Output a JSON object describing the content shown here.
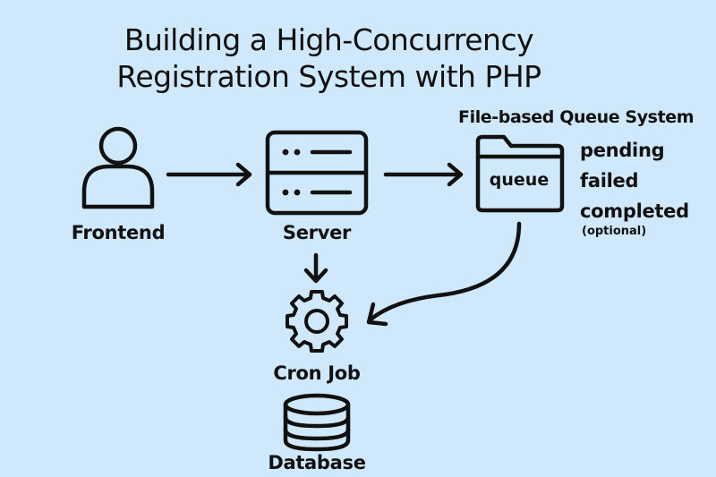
{
  "title": {
    "line1": "Building a High-Concurrency",
    "line2": "Registration System with PHP"
  },
  "nodes": {
    "frontend": {
      "label": "Frontend",
      "icon": "user-icon"
    },
    "server": {
      "label": "Server",
      "icon": "server-icon"
    },
    "queue": {
      "label": "queue",
      "icon": "folder-icon",
      "heading": "File-based Queue System",
      "statuses": [
        "pending",
        "failed",
        "completed"
      ],
      "note": "(optional)"
    },
    "cron": {
      "label": "Cron Job",
      "icon": "gear-icon"
    },
    "database": {
      "label": "Database",
      "icon": "database-icon"
    }
  },
  "colors": {
    "background": "#cfe8fb",
    "stroke": "#111111"
  }
}
